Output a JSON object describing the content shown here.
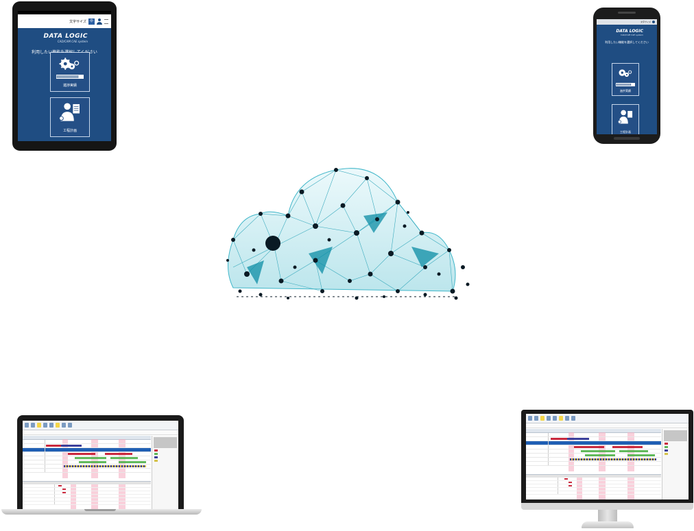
{
  "tablet": {
    "font_size_label": "文字サイズ",
    "font_size_button": "中",
    "brand_title": "DATA LOGIC",
    "brand_subtitle": "CAD/CAM CAE system",
    "prompt": "利用したい機能を選択してください",
    "tiles": [
      {
        "label": "進捗実績",
        "icon": "gears-progress-icon",
        "progress": 0.85
      },
      {
        "label": "工程計画",
        "icon": "planner-person-icon"
      }
    ]
  },
  "phone": {
    "brand_title": "DATA LOGIC",
    "brand_subtitle": "CAD/CAM CAE system",
    "prompt": "利用したい機能を選択してください",
    "tiles": [
      {
        "label": "進捗実績",
        "icon": "gears-progress-icon",
        "progress": 0.85
      },
      {
        "label": "工程計画",
        "icon": "planner-person-icon"
      }
    ]
  },
  "cloud": {
    "icon": "network-cloud-icon",
    "color": "#3fb6c9"
  },
  "colors": {
    "app_blue": "#1f4d82",
    "selected_row": "#1f5fb4",
    "bar_green": "#5fb85a",
    "bar_red": "#c9283c",
    "bar_purple": "#3b3f9a",
    "highlight_pink": "#f4aabe"
  }
}
